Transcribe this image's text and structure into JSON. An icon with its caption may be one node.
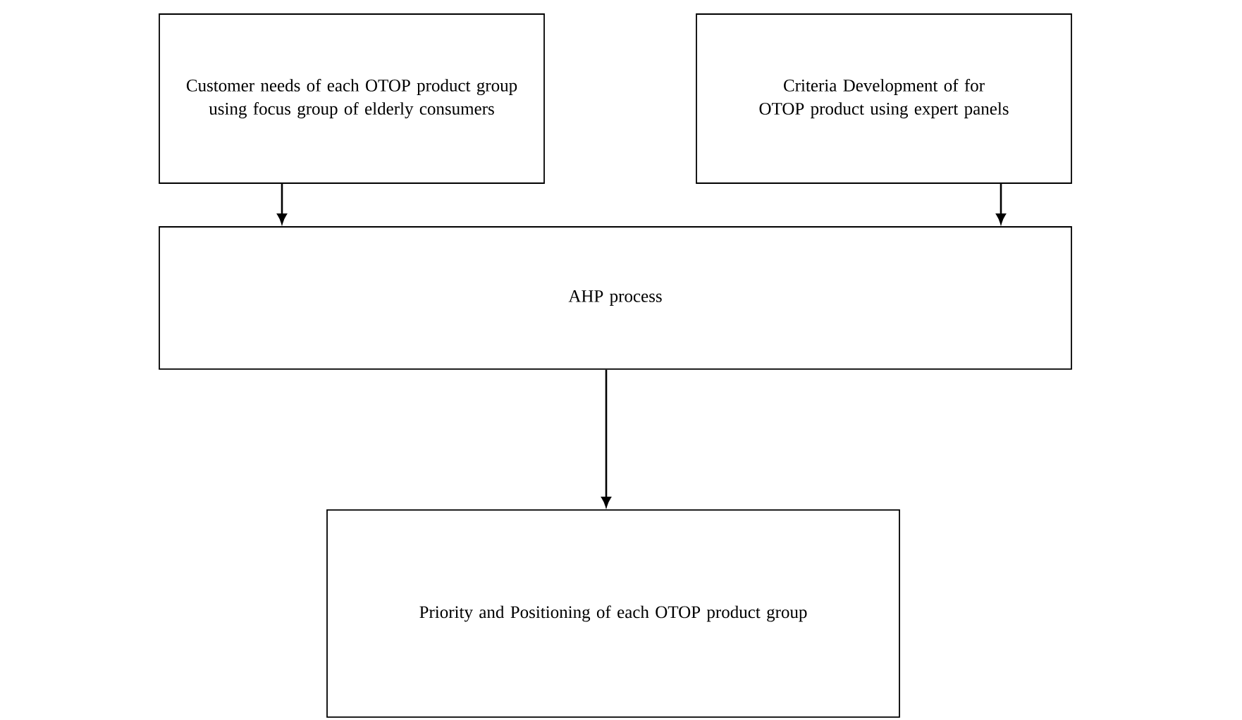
{
  "diagram": {
    "nodes": [
      {
        "text": [
          "Customer needs of each OTOP product group using focus group of elderly consumers"
        ]
      },
      {
        "text": [
          "Criteria Development of for OTOP product using expert panels"
        ]
      },
      {
        "text": [
          "AHP process"
        ]
      },
      {
        "text": [
          "Priority and Positioning of each OTOP product group"
        ]
      }
    ],
    "edges": [
      {
        "from": 0,
        "to": 2,
        "arrow": "to"
      },
      {
        "from": 1,
        "to": 2,
        "arrow": "to"
      },
      {
        "from": 2,
        "to": 3,
        "arrow": "to"
      }
    ]
  }
}
